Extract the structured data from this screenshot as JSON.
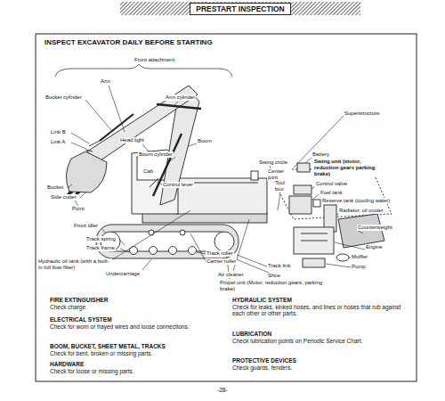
{
  "diagram": {
    "title": "INSPECT EXCAVATOR DAILY BEFORE STARTING",
    "nodes": [
      {
        "text": [
          "PRESTART INSPECTION"
        ]
      }
    ],
    "labels": [
      "Front attachment",
      "Arm",
      "Bucket cylinder",
      "Arm cylinder",
      "Superstructure",
      "Link B",
      "Link A",
      "Head light",
      "Boom",
      "Battery",
      "Boom cylinder",
      "Swing circle",
      "Swing unit (motor, reduction gears parking brake)",
      "Center joint",
      "Cab",
      "Tool box",
      "Control lever",
      "Control valve",
      "Fuel tank",
      "Reserve tank (cooling water)",
      "Bucket",
      "Radiator, oil cooler",
      "Side cutter",
      "Point",
      "Front idler",
      "Counterweight",
      "Track spring",
      "Track frame",
      "Engine",
      "Muffler",
      "Pump",
      "Track roller",
      "Carrier roller",
      "Track link",
      "Hydraulic oil tank (with a built-in full flow filter)",
      "Undercarriage",
      "Air cleaner",
      "Shoe",
      "Propel unit (Motor, reduction gears, parking brake)",
      "FIRE EXTINGUISHER",
      "Check charge.",
      "ELECTRICAL SYSTEM",
      "Check for worn or frayed wires and loose connections.",
      "BOOM, BUCKET, SHEET METAL, TRACKS",
      "Check for bent, broken or missing parts.",
      "HARDWARE",
      "Check for loose or missing parts.",
      "HYDRAULIC SYSTEM",
      "Check for leaks, kinked hoses, and lines or hoses that rub against each other or other parts.",
      "LUBRICATION",
      "Check lubrication points on Periodic Service Chart.",
      "PROTECTIVE DEVICES",
      "Check guards, fenders.",
      "-28-"
    ]
  }
}
